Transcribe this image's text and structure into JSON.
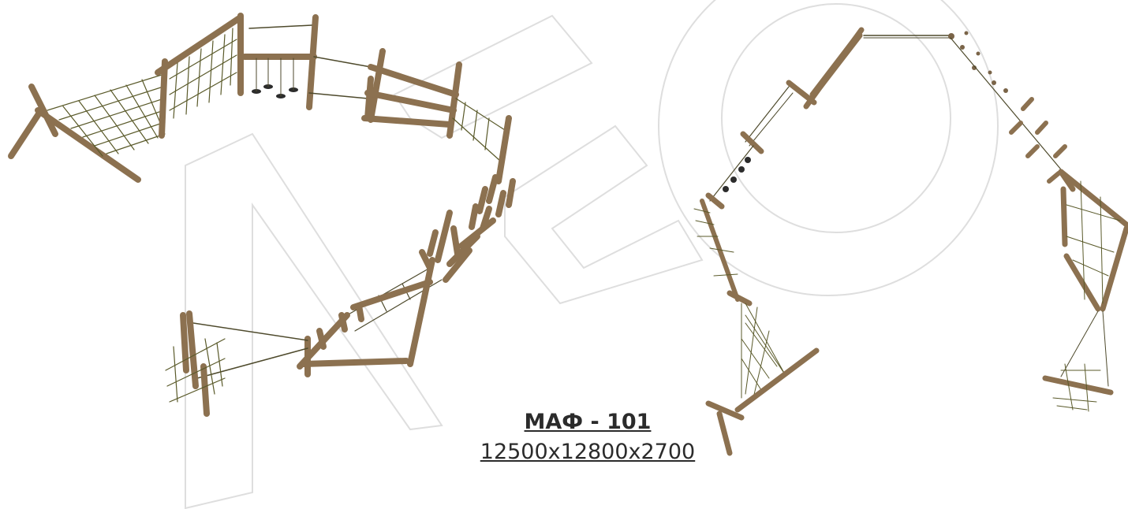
{
  "watermark": {
    "name": "neo-logo-watermark",
    "text": "NEO",
    "color": "#d9d9d9"
  },
  "product": {
    "code": "МАФ - 101",
    "dimensions": "12500x12800x2700"
  },
  "colors": {
    "wood": "#8c7150",
    "wood_light": "#a48a66",
    "rope": "#4e4a2c",
    "net": "#5a5a2a",
    "dark": "#2c2c2c"
  }
}
